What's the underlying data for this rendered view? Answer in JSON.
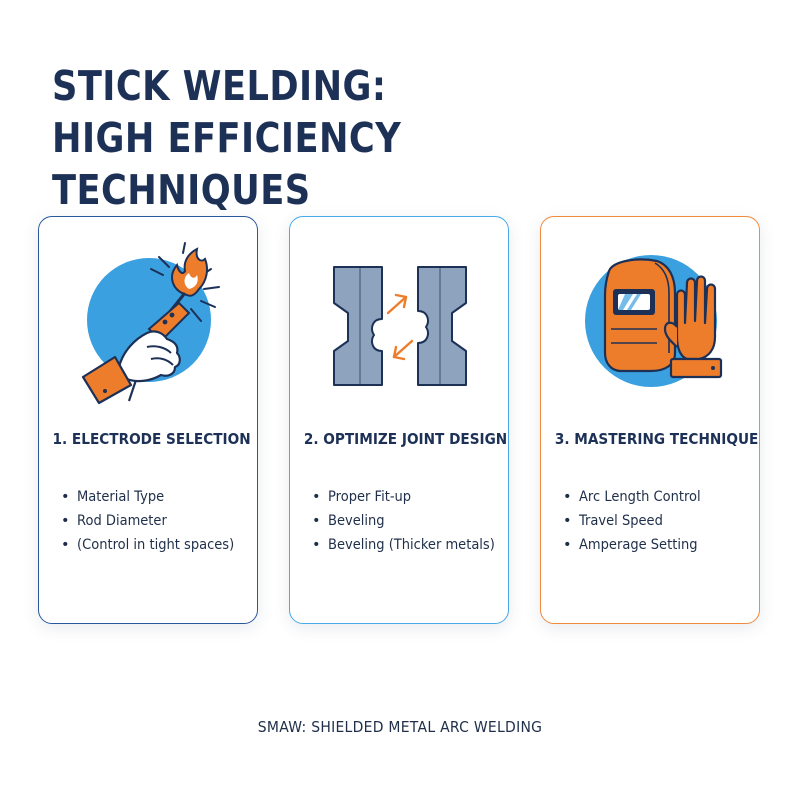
{
  "title": {
    "line1": "STICK WELDING:",
    "line2": "HIGH EFFICIENCY TECHNIQUES"
  },
  "colors": {
    "navy": "#1d3157",
    "card1_border": "#2a589d",
    "card2_border": "#4aa8e8",
    "card3_border": "#f08a3c",
    "accent_orange": "#ee7d2b",
    "accent_blue": "#3aa0e0",
    "steel": "#8ea3be"
  },
  "cards": [
    {
      "icon": "hand-holding-electrode-icon",
      "heading": "1. ELECTRODE SELECTION",
      "bullets": [
        "Material Type",
        "Rod Diameter"
      ],
      "bullet_continuation": "(Control in tight spaces)"
    },
    {
      "icon": "joint-plates-icon",
      "heading": "2. OPTIMIZE JOINT DESIGN",
      "bullets": [
        "Proper Fit-up",
        "Beveling",
        "Beveling (Thicker metals)"
      ]
    },
    {
      "icon": "welding-helmet-glove-icon",
      "heading": "3. MASTERING TECHNIQUE",
      "bullets": [
        "Arc Length Control",
        "Travel Speed",
        "Amperage Setting"
      ]
    }
  ],
  "footer": "SMAW: SHIELDED METAL ARC WELDING"
}
